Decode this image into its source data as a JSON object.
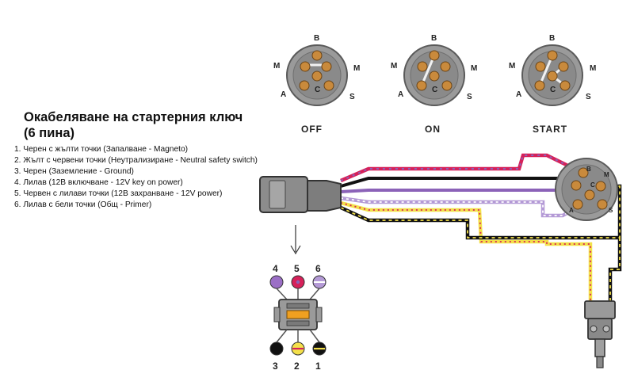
{
  "title_line1": "Окабеляване на стартерния ключ",
  "title_line2": "(6 пина)",
  "legend": [
    "1. Черен с жълти точки (Запалване - Magneto)",
    "2. Жълт с червени точки (Неутрализиране - Neutral safety switch)",
    "3. Черен (Заземление - Ground)",
    "4. Лилав (12В включване - 12V key on power)",
    "5. Червен с лилави точки (12В захранване - 12V power)",
    "6. Лилав с бели точки (Общ - Primer)"
  ],
  "positions": [
    {
      "label": "OFF"
    },
    {
      "label": "ON"
    },
    {
      "label": "START"
    }
  ],
  "pin_labels": [
    "B",
    "M",
    "M",
    "A",
    "C",
    "S"
  ],
  "switch_pin_labels": [
    "B",
    "M",
    "C",
    "S",
    "A"
  ],
  "connector_top_numbers": [
    "4",
    "5",
    "6"
  ],
  "connector_bottom_numbers": [
    "3",
    "2",
    "1"
  ],
  "colors": {
    "black": "#111111",
    "yellow": "#f3e04a",
    "red": "#d6215a",
    "purple": "#8b62b8",
    "purple_light": "#b49ad6",
    "plate": "#8e8e8e",
    "pin": "#c98a3c"
  }
}
